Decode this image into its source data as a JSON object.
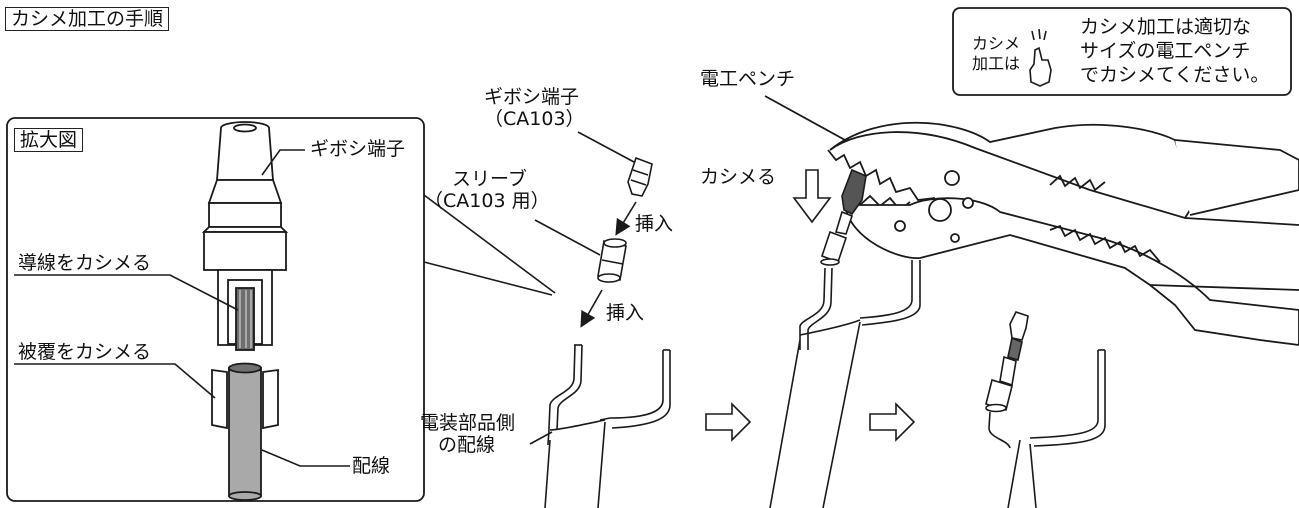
{
  "title": "カシメ加工の手順",
  "note": {
    "side_line1": "カシメ",
    "side_line2": "加工は",
    "line1": "カシメ加工は適切な",
    "line2": "サイズの電工ペンチ",
    "line3": "でカシメてください。"
  },
  "enlarged": {
    "label": "拡大図",
    "terminal": "ギボシ端子",
    "crimp_conductor": "導線をカシメる",
    "crimp_insulation": "被覆をカシメる",
    "wire": "配線"
  },
  "steps": {
    "terminal_line1": "ギボシ端子",
    "terminal_line2": "（CA103）",
    "sleeve_line1": "スリーブ",
    "sleeve_line2": "（CA103 用）",
    "insert1": "挿入",
    "insert2": "挿入",
    "wiring_line1": "電装部品側",
    "wiring_line2": "の配線",
    "pliers": "電工ペンチ",
    "crimp": "カシメる"
  },
  "colors": {
    "line": "#1a1a1a",
    "wire_fill": "#a9a9a9",
    "wire_dark": "#707070",
    "background": "#ffffff"
  }
}
